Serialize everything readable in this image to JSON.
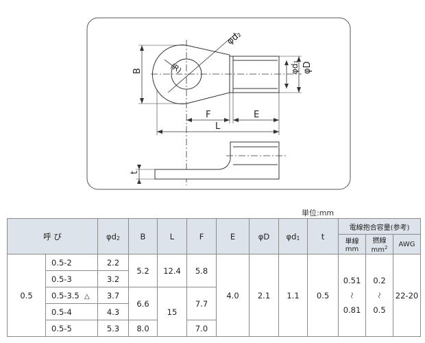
{
  "drawing": {
    "labels": {
      "phi_d2": "φd₂",
      "R": "(R)",
      "B": "B",
      "phi_d1": "φd₁",
      "phi_D": "φD",
      "F": "F",
      "E": "E",
      "L": "L",
      "t": "t"
    }
  },
  "unit_label": "単位:mm",
  "table": {
    "headers": {
      "name": "呼 び",
      "d2": "φd",
      "d2_sub": "2",
      "B": "B",
      "L": "L",
      "F": "F",
      "E": "E",
      "D": "φD",
      "d1": "φd",
      "d1_sub": "1",
      "t": "t",
      "capacity": "電線抱合容量(参考)",
      "single": "単線mm",
      "stranded": "撚線mm",
      "stranded_sup": "2",
      "awg": "AWG"
    },
    "group": "0.5",
    "rows": [
      {
        "name": "0.5-2",
        "d2": "2.2"
      },
      {
        "name": "0.5-3",
        "d2": "3.2"
      },
      {
        "name": "0.5-3.5",
        "mark": "△",
        "d2": "3.7"
      },
      {
        "name": "0.5-4",
        "d2": "4.3"
      },
      {
        "name": "0.5-5",
        "d2": "5.3"
      }
    ],
    "merged": {
      "B_1": "5.2",
      "B_2": "6.6",
      "B_3": "8.0",
      "L_1": "12.4",
      "L_2": "15",
      "F_1": "5.8",
      "F_2": "7.7",
      "F_3": "7.0",
      "E": "4.0",
      "D": "2.1",
      "d1": "1.1",
      "t": "0.5",
      "single_top": "0.51",
      "single_tilde": "〜",
      "single_bottom": "0.81",
      "stranded_top": "0.2",
      "stranded_tilde": "〜",
      "stranded_bottom": "0.5",
      "awg": "22-20"
    }
  }
}
